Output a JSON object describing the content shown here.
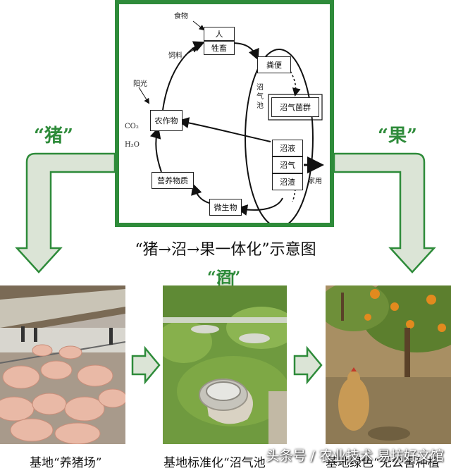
{
  "diagram": {
    "nodes": {
      "ren": "人",
      "chuqin": "牲畜",
      "fenbian": "粪便",
      "zhaoqi_junxian": "沼气菌群",
      "zuowu": "农作物",
      "zhaoye": "沼液",
      "zhaoqi": "沼气",
      "zhaozha": "沼渣",
      "yingyang": "营养物质",
      "weishengwu": "微生物"
    },
    "annotations": {
      "shiwu": "食物",
      "siliao": "饲料",
      "yangguang": "阳光",
      "co2": "CO₂",
      "h2o": "H₂O",
      "zhaoqichi": "沼气池",
      "jiayong": "家用"
    }
  },
  "side_labels": {
    "left": "“猪”",
    "right": "“果”",
    "middle": "“沼”"
  },
  "caption": "“猪→沼→果一体化”示意图",
  "bottom_captions": {
    "left": "基地“养猪场”",
    "middle": "基地标准化“沼气池",
    "right": "基地绿色“无公害种植"
  },
  "watermark": "头条号 / 农业技术 易坊好文馆",
  "colors": {
    "accent_green": "#2e8b3a",
    "arrow_fill": "#dbe4d6"
  }
}
